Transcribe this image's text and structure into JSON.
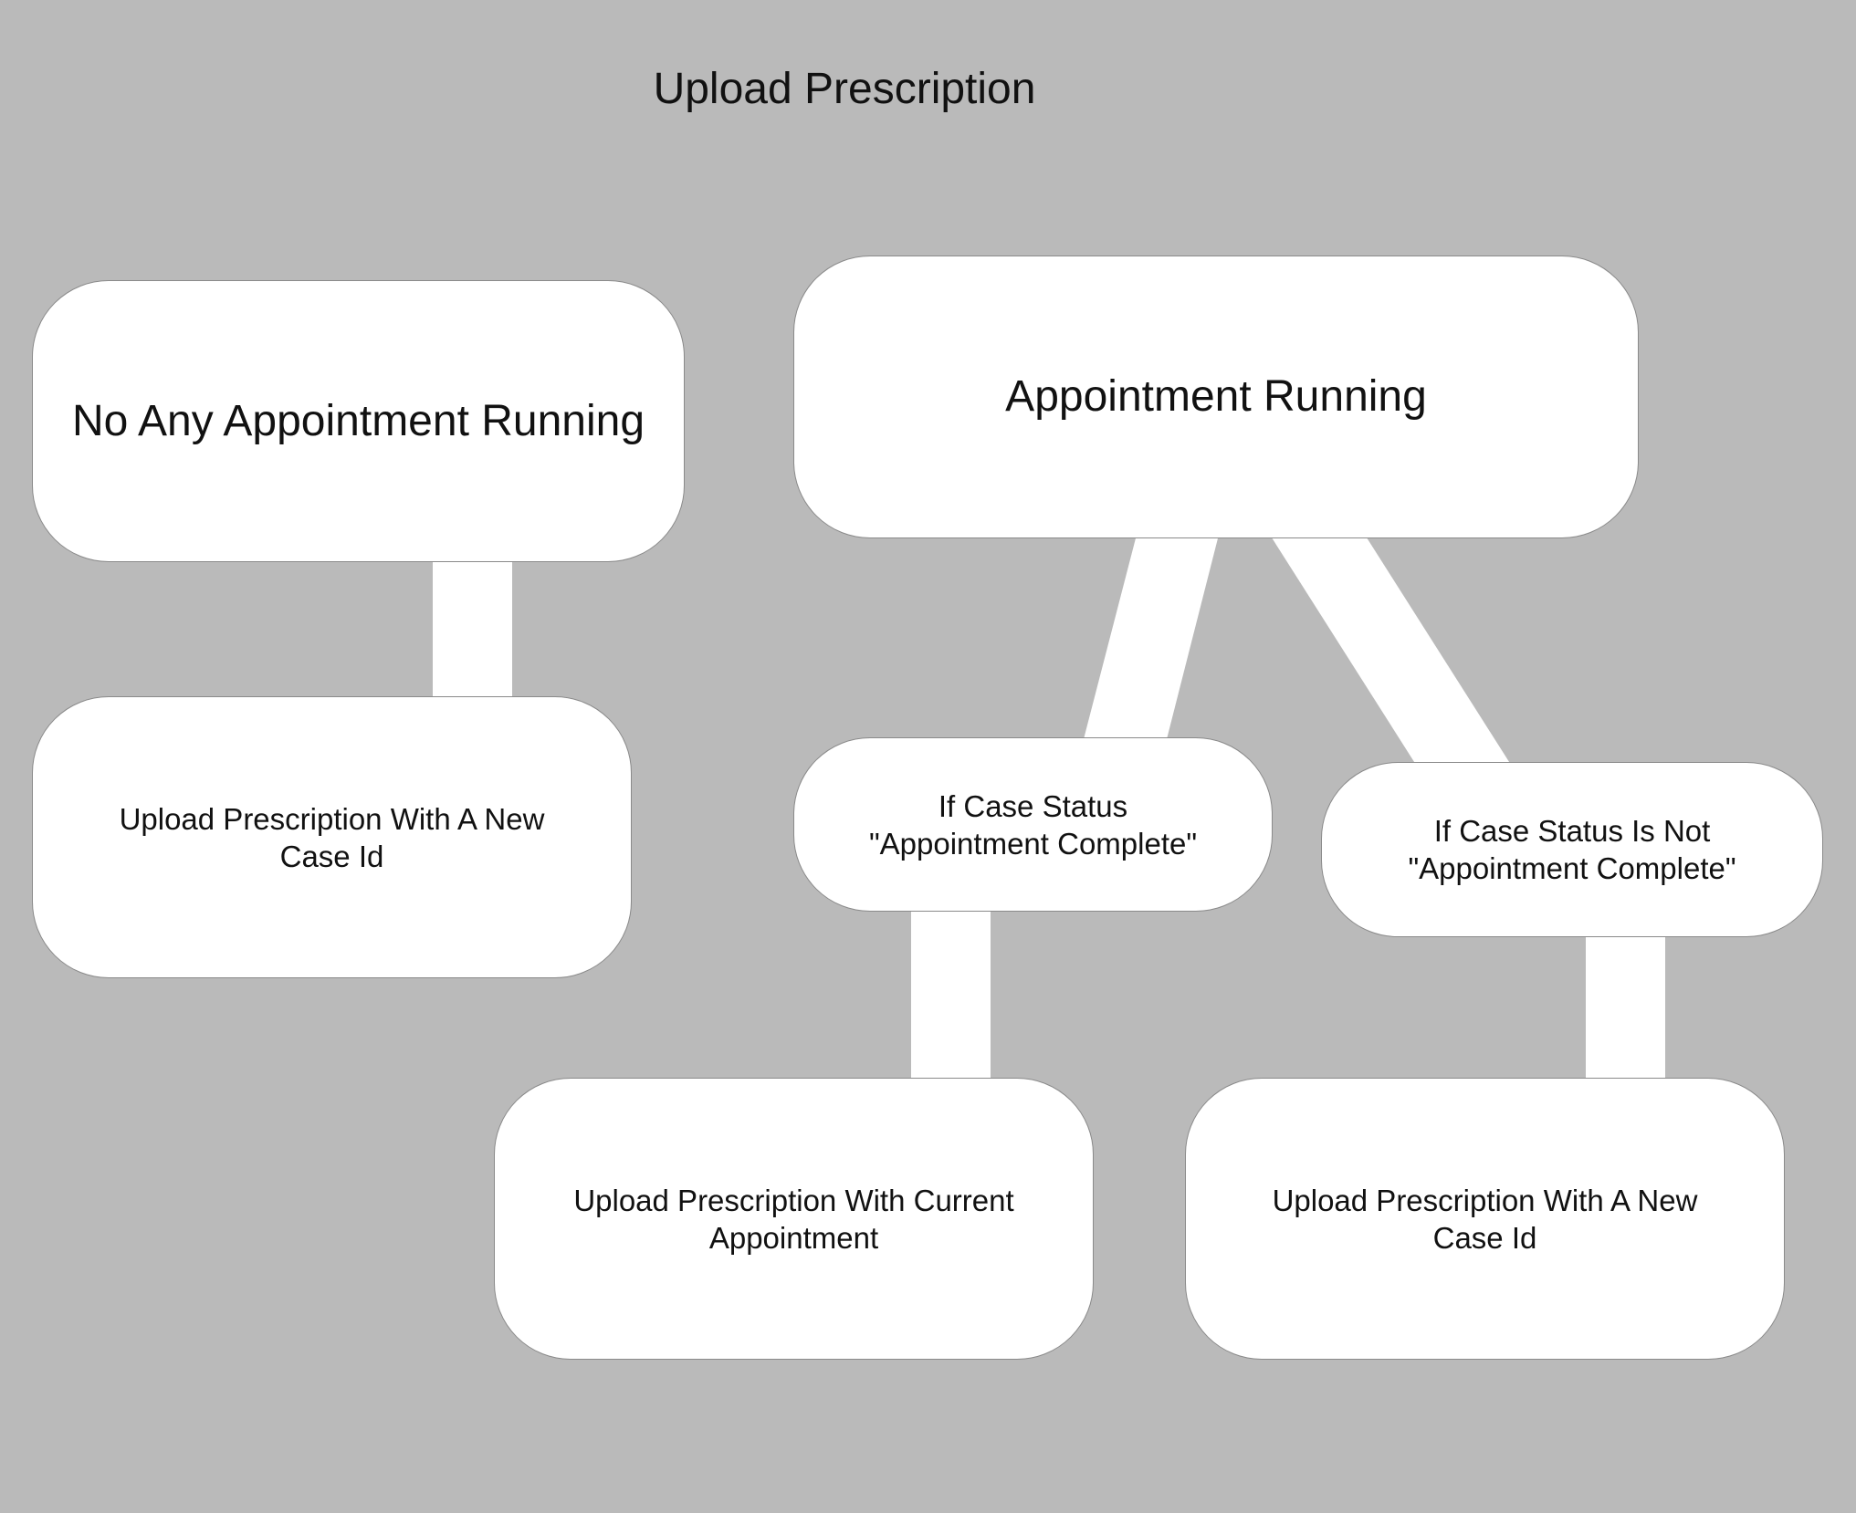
{
  "title": "Upload Prescription",
  "nodes": {
    "no_appointment": "No Any Appointment Running",
    "new_case_left": "Upload Prescription With A New\nCase Id",
    "appointment_running": "Appointment Running",
    "if_complete": "If Case Status\n\"Appointment Complete\"",
    "if_not_complete": "If Case Status Is Not\n\"Appointment Complete\"",
    "current_appointment": "Upload Prescription With Current\nAppointment",
    "new_case_right": "Upload Prescription With A New\nCase Id"
  },
  "colors": {
    "background": "#bababa",
    "node_fill": "#ffffff",
    "node_border": "#8a8a8a",
    "text": "#111111"
  }
}
